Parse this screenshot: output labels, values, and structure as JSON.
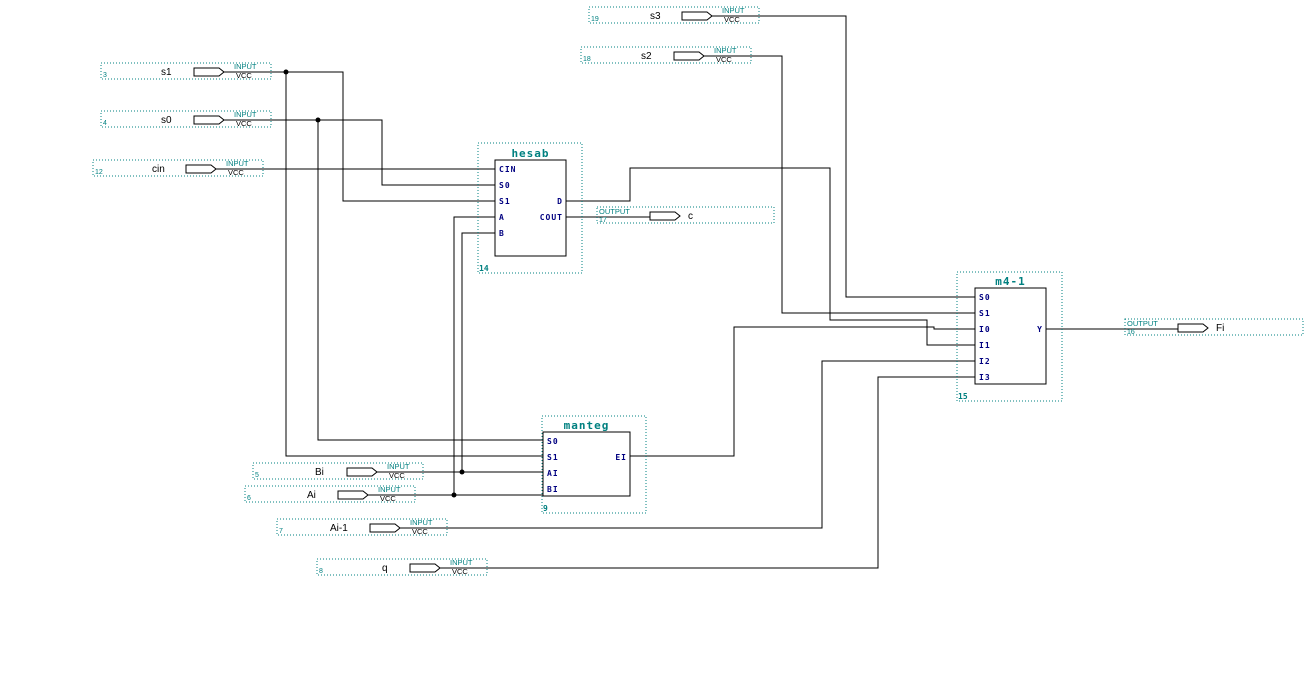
{
  "inputs": [
    {
      "id": "s3",
      "name": "s3",
      "num": "19",
      "type": "INPUT",
      "vcc": "VCC"
    },
    {
      "id": "s2",
      "name": "s2",
      "num": "18",
      "type": "INPUT",
      "vcc": "VCC"
    },
    {
      "id": "s1",
      "name": "s1",
      "num": "3",
      "type": "INPUT",
      "vcc": "VCC"
    },
    {
      "id": "s0",
      "name": "s0",
      "num": "4",
      "type": "INPUT",
      "vcc": "VCC"
    },
    {
      "id": "cin",
      "name": "cin",
      "num": "12",
      "type": "INPUT",
      "vcc": "VCC"
    },
    {
      "id": "bi",
      "name": "Bi",
      "num": "5",
      "type": "INPUT",
      "vcc": "VCC"
    },
    {
      "id": "ai",
      "name": "Ai",
      "num": "6",
      "type": "INPUT",
      "vcc": "VCC"
    },
    {
      "id": "aim1",
      "name": "Ai-1",
      "num": "7",
      "type": "INPUT",
      "vcc": "VCC"
    },
    {
      "id": "q",
      "name": "q",
      "num": "8",
      "type": "INPUT",
      "vcc": "VCC"
    }
  ],
  "outputs": [
    {
      "id": "c",
      "name": "c",
      "num": "17",
      "type": "OUTPUT"
    },
    {
      "id": "fi",
      "name": "Fi",
      "num": "16",
      "type": "OUTPUT"
    }
  ],
  "blocks": [
    {
      "id": "hesab",
      "title": "hesab",
      "num": "14",
      "left_ports": [
        "CIN",
        "S0",
        "S1",
        "A",
        "B"
      ],
      "right_ports": [
        "D",
        "COUT"
      ]
    },
    {
      "id": "manteg",
      "title": "manteg",
      "num": "9",
      "left_ports": [
        "S0",
        "S1",
        "AI",
        "BI"
      ],
      "right_ports": [
        "EI"
      ]
    },
    {
      "id": "m41",
      "title": "m4-1",
      "num": "15",
      "left_ports": [
        "S0",
        "S1",
        "I0",
        "I1",
        "I2",
        "I3"
      ],
      "right_ports": [
        "Y"
      ]
    }
  ]
}
